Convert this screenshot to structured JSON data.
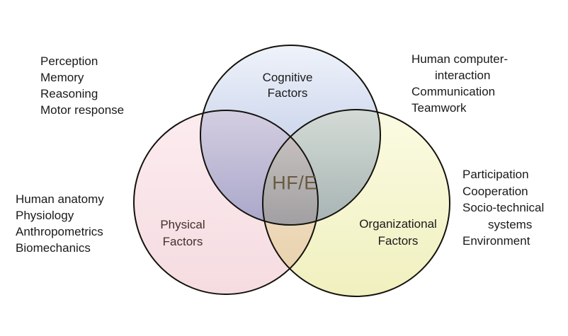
{
  "page": {
    "background": "#ffffff"
  },
  "venn": {
    "center_label": "HF/E",
    "center_label_color": "#6a5a40",
    "outline_color": "#14120c",
    "circles": {
      "cognitive": {
        "line1": "Cognitive",
        "line2": "Factors",
        "label_color": "#1a1a1a",
        "gradient_top": "#eff3fa",
        "gradient_bottom": "#aebce0"
      },
      "physical": {
        "line1": "Physical",
        "line2": "Factors",
        "label_color": "#432f2c",
        "gradient_top": "#fcecef",
        "gradient_bottom": "#f5dce1"
      },
      "organizational": {
        "line1": "Organizational",
        "line2": "Factors",
        "label_color": "#1a1a1a",
        "gradient_top": "#fbfbe3",
        "gradient_bottom": "#f0f0bf"
      }
    }
  },
  "annotations": {
    "cognitive_left": {
      "lines": [
        "Perception",
        "Memory",
        "Reasoning",
        "Motor response"
      ]
    },
    "cognitive_right": {
      "lines": [
        "Human computer-",
        "interaction",
        "Communication",
        "Teamwork"
      ]
    },
    "physical_left": {
      "lines": [
        "Human anatomy",
        "Physiology",
        "Anthropometrics",
        "Biomechanics"
      ]
    },
    "organizational_right": {
      "lines": [
        "Participation",
        "Cooperation",
        "Socio-technical",
        "systems",
        "Environment"
      ]
    }
  }
}
